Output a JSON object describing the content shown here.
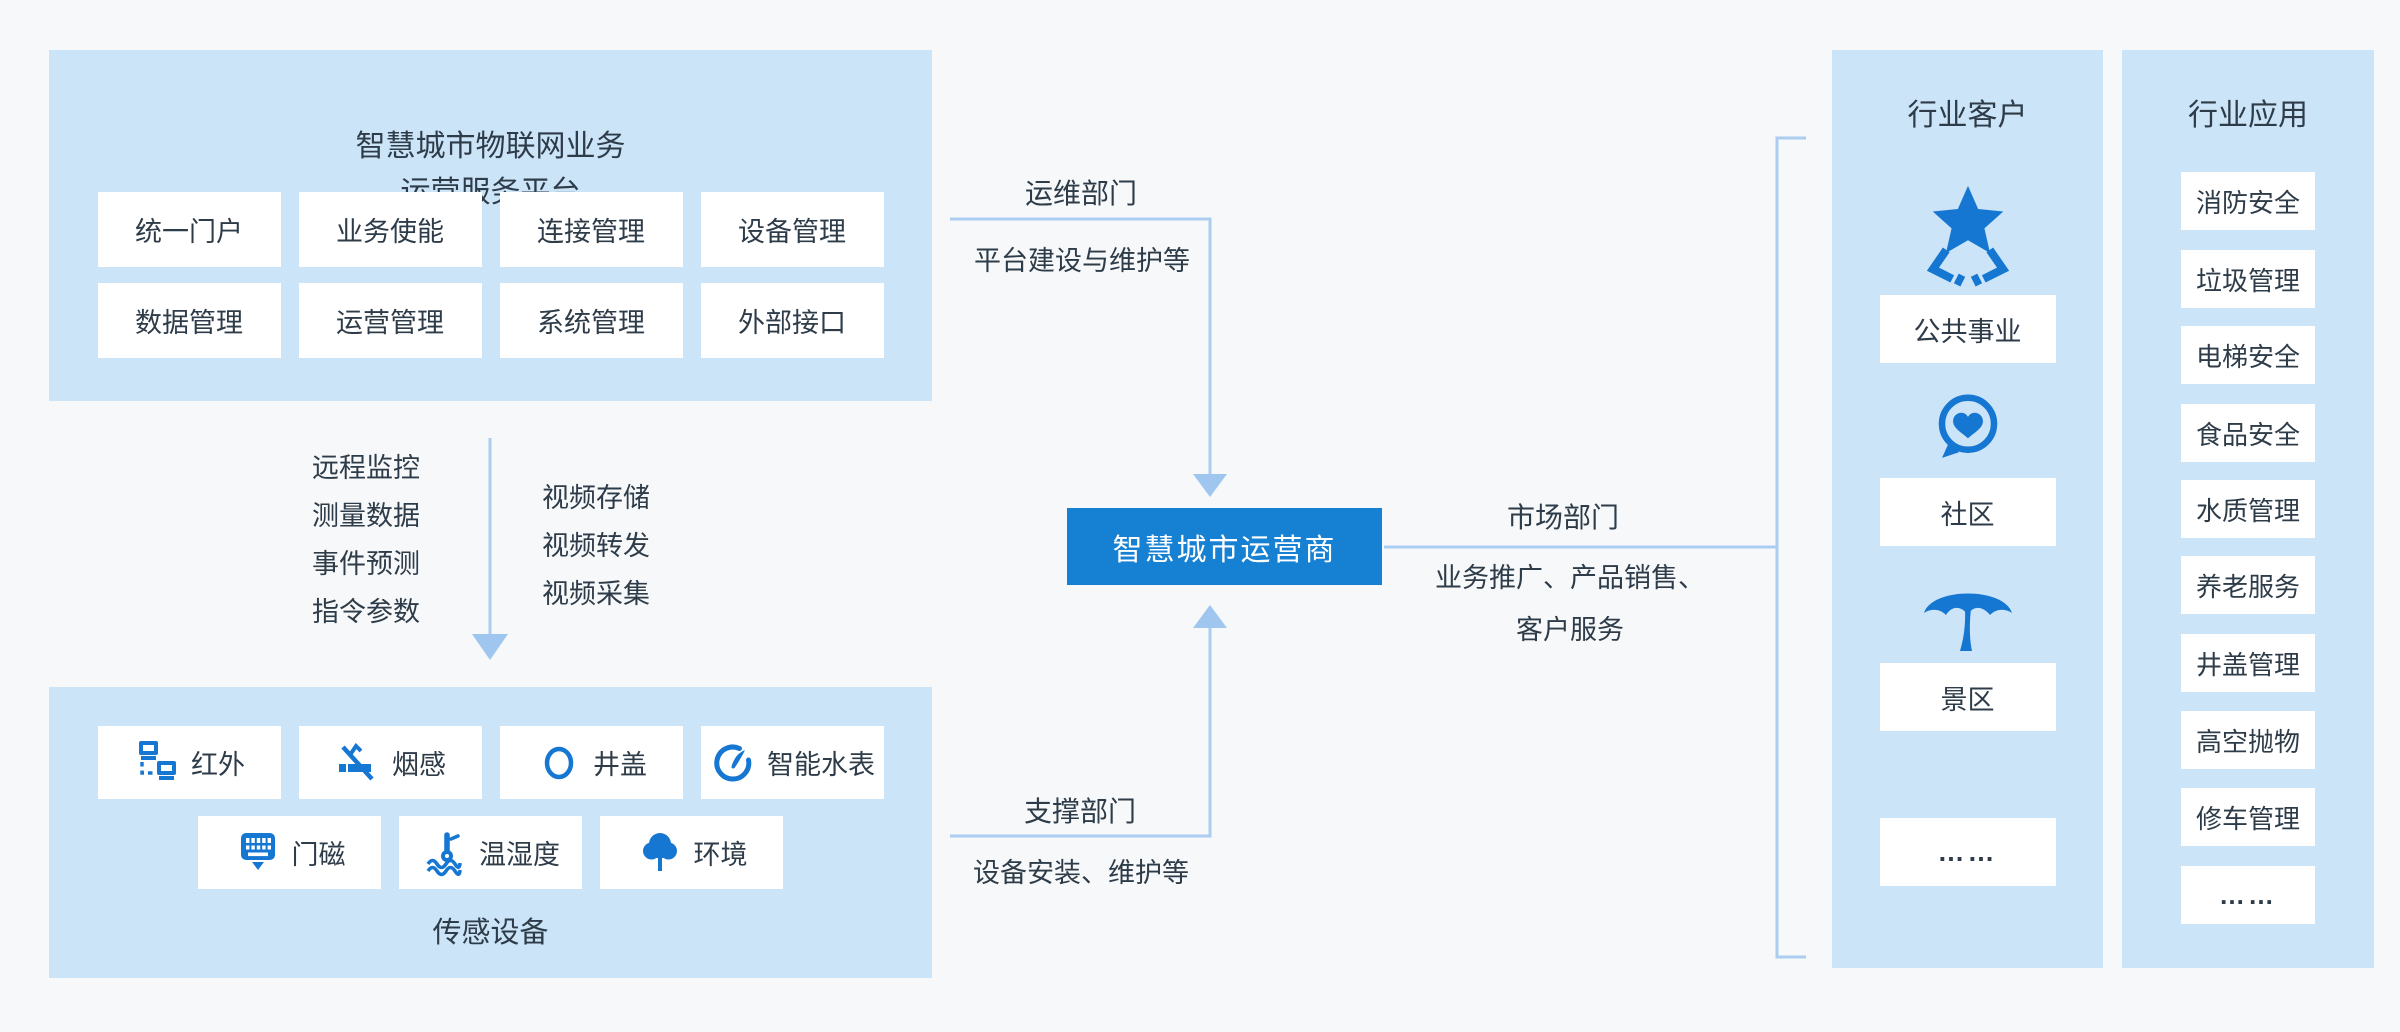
{
  "colors": {
    "page_bg": "#f7f8f9",
    "panel_bg": "#cce4f8",
    "icon_blue": "#1677d2",
    "operator_box_blue": "#1681d3",
    "connector_blue": "#abcdf1",
    "text_dark": "#2e3c49"
  },
  "platform_panel": {
    "title_line1": "智慧城市物联网业务",
    "title_line2": "运营服务平台",
    "modules": [
      "统一门户",
      "业务使能",
      "连接管理",
      "设备管理",
      "数据管理",
      "运营管理",
      "系统管理",
      "外部接口"
    ]
  },
  "data_flow": {
    "left_items": [
      "远程监控",
      "测量数据",
      "事件预测",
      "指令参数"
    ],
    "right_items": [
      "视频存储",
      "视频转发",
      "视频采集"
    ]
  },
  "sensor_panel": {
    "label": "传感设备",
    "row1": [
      {
        "icon": "infrared-icon",
        "label": "红外"
      },
      {
        "icon": "smoke-icon",
        "label": "烟感"
      },
      {
        "icon": "manhole-icon",
        "label": "井盖"
      },
      {
        "icon": "water-meter-icon",
        "label": "智能水表"
      }
    ],
    "row2": [
      {
        "icon": "door-magnet-icon",
        "label": "门磁"
      },
      {
        "icon": "temp-humidity-icon",
        "label": "温湿度"
      },
      {
        "icon": "environment-icon",
        "label": "环境"
      }
    ]
  },
  "operator_box": {
    "label": "智慧城市运营商"
  },
  "connectors": {
    "ops": {
      "title": "运维部门",
      "desc": "平台建设与维护等"
    },
    "support": {
      "title": "支撑部门",
      "desc": "设备安装、维护等"
    },
    "market": {
      "title": "市场部门",
      "desc_line1": "业务推广、产品销售、",
      "desc_line2": "客户服务"
    }
  },
  "customers_panel": {
    "title": "行业客户",
    "items": [
      {
        "icon": "star-icon",
        "label": "公共事业"
      },
      {
        "icon": "heart-bubble-icon",
        "label": "社区"
      },
      {
        "icon": "tree-icon",
        "label": "景区"
      },
      {
        "icon": "none",
        "label": "……"
      }
    ]
  },
  "applications_panel": {
    "title": "行业应用",
    "items": [
      "消防安全",
      "垃圾管理",
      "电梯安全",
      "食品安全",
      "水质管理",
      "养老服务",
      "井盖管理",
      "高空抛物",
      "修车管理",
      "……"
    ]
  }
}
